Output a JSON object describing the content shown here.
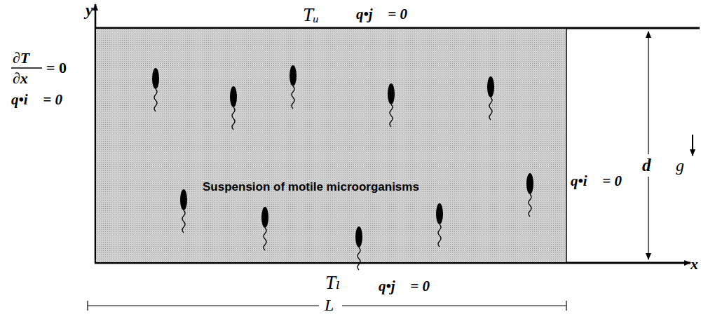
{
  "diagram": {
    "nodes": [
      {
        "text": [
          "Suspension of motile microorganisms"
        ]
      }
    ],
    "labels": [
      "y",
      "x",
      "Tᵤ",
      "q•j⃗ = 0",
      "∂T",
      "∂x",
      "= 0",
      "q•i⃗ = 0",
      "d",
      "g⃗",
      "q•i⃗ = 0",
      "Tₗ",
      "q•j⃗ = 0",
      "L"
    ]
  }
}
